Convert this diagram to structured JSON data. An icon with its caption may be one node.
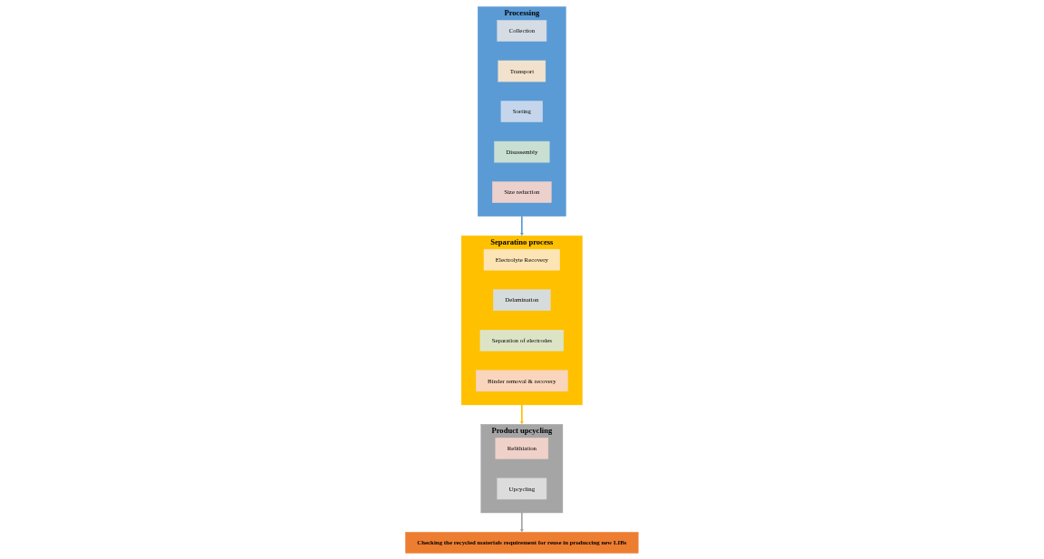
{
  "diagram": {
    "nodes": [
      {
        "text": [
          "Processing"
        ]
      },
      {
        "text": [
          "Collection"
        ],
        "in": 0
      },
      {
        "text": [
          "Transport"
        ],
        "in": 0
      },
      {
        "text": [
          "Sorting"
        ],
        "in": 0
      },
      {
        "text": [
          "Disassembly"
        ],
        "in": 0
      },
      {
        "text": [
          "Size reduction"
        ],
        "in": 0
      },
      {
        "text": [
          "Separatino process"
        ]
      },
      {
        "text": [
          "Electrolyte Recovery"
        ],
        "in": 6
      },
      {
        "text": [
          "Delamination"
        ],
        "in": 6
      },
      {
        "text": [
          "Separation of electrodes"
        ],
        "in": 6
      },
      {
        "text": [
          "Binder removal & recovery"
        ],
        "in": 6
      },
      {
        "text": [
          "Product upcycling"
        ]
      },
      {
        "text": [
          "Relithiation"
        ],
        "in": 11
      },
      {
        "text": [
          "Upcycling"
        ],
        "in": 11
      },
      {
        "text": [
          "Checking the recycled materials requirement for reuse in produccing new LIBs"
        ]
      }
    ],
    "edges": [
      {
        "from": 0,
        "to": 6,
        "arrow": "to",
        "color": "#5b9bd5"
      },
      {
        "from": 6,
        "to": 11,
        "arrow": "to",
        "color": "#ffc000"
      },
      {
        "from": 11,
        "to": 14,
        "arrow": "to",
        "color": "#a5a5a5"
      }
    ]
  }
}
